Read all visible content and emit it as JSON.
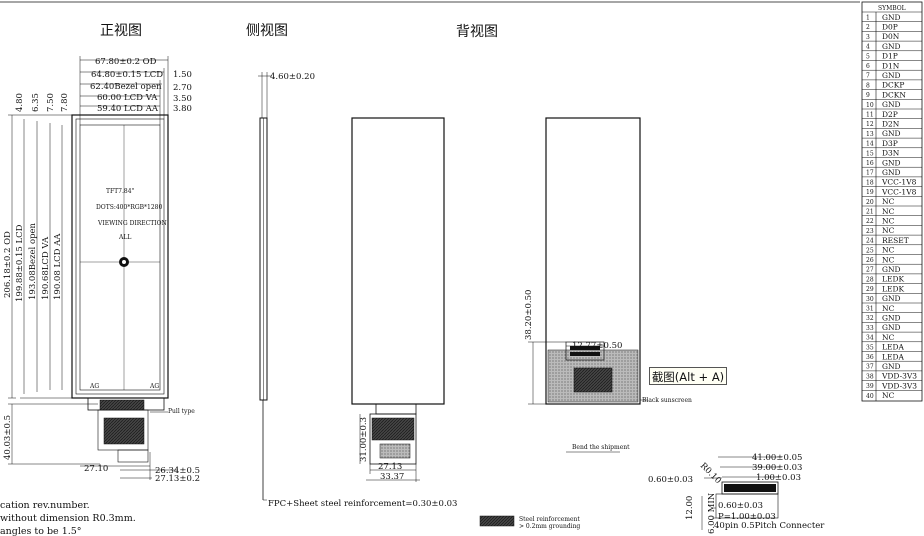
{
  "view_titles": {
    "front": "正视图",
    "side": "侧视图",
    "back": "背视图"
  },
  "front": {
    "dims_top": [
      "67.80±0.2 OD",
      "64.80±0.15 LCD",
      "62.40Bezel open",
      "60.00 LCD VA",
      "59.40 LCD AA"
    ],
    "dims_right": [
      "1.50",
      "2.70",
      "3.50",
      "3.80"
    ],
    "dims_left_small": [
      "4.80",
      "6.35",
      "7.50",
      "7.80"
    ],
    "dims_left": [
      "206.18±0.2 OD",
      "199.88±0.15 LCD",
      "193.08Bezel open",
      "190.68LCD VA",
      "190.08 LCD AA"
    ],
    "dim_fpc_length": "40.03±0.5",
    "dim_bottom": [
      "27.10",
      "26.34±0.5",
      "27.13±0.2"
    ],
    "panel_text": [
      "TFT7.84\"",
      "DOTS:400*RGB*1280",
      "VIEWING DIRECTION",
      "ALL"
    ],
    "ag_labels": [
      "AG",
      "AG"
    ],
    "pull_label": "Pull type"
  },
  "side": {
    "dim_thickness": "4.60±0.20",
    "note": "FPC+Sheet steel reinforcement=0.30±0.03"
  },
  "back": {
    "dims": [
      "31.00±0.3",
      "27.13",
      "33.37",
      "38.20±0.50",
      "12.77±0.50"
    ],
    "black_label": "Black sunscreen",
    "bend_label": "Bend the shipment",
    "legend": [
      "Steel reinforcement",
      "> 0.2mm grounding"
    ]
  },
  "connector": {
    "dims": [
      "41.00±0.05",
      "39.00±0.03",
      "1.00±0.03",
      "0.60±0.03",
      "0.60±0.03",
      "P=1.00±0.03",
      "12.00",
      "6.00 MIN"
    ],
    "caption": "40pin 0.5Pitch Connecter",
    "r_label": "R0.10"
  },
  "notes": [
    "cation rev.number.",
    " without dimension R0.3mm.",
    " angles to be 1.5°"
  ],
  "pin_table": {
    "header": "SYMBOL",
    "pins": [
      {
        "n": "1",
        "s": "GND"
      },
      {
        "n": "2",
        "s": "D0P"
      },
      {
        "n": "3",
        "s": "D0N"
      },
      {
        "n": "4",
        "s": "GND"
      },
      {
        "n": "5",
        "s": "D1P"
      },
      {
        "n": "6",
        "s": "D1N"
      },
      {
        "n": "7",
        "s": "GND"
      },
      {
        "n": "8",
        "s": "DCKP"
      },
      {
        "n": "9",
        "s": "DCKN"
      },
      {
        "n": "10",
        "s": "GND"
      },
      {
        "n": "11",
        "s": "D2P"
      },
      {
        "n": "12",
        "s": "D2N"
      },
      {
        "n": "13",
        "s": "GND"
      },
      {
        "n": "14",
        "s": "D3P"
      },
      {
        "n": "15",
        "s": "D3N"
      },
      {
        "n": "16",
        "s": "GND"
      },
      {
        "n": "17",
        "s": "GND"
      },
      {
        "n": "18",
        "s": "VCC-1V8"
      },
      {
        "n": "19",
        "s": "VCC-1V8"
      },
      {
        "n": "20",
        "s": "NC"
      },
      {
        "n": "21",
        "s": "NC"
      },
      {
        "n": "22",
        "s": "NC"
      },
      {
        "n": "23",
        "s": "NC"
      },
      {
        "n": "24",
        "s": "RESET"
      },
      {
        "n": "25",
        "s": "NC"
      },
      {
        "n": "26",
        "s": "NC"
      },
      {
        "n": "27",
        "s": "GND"
      },
      {
        "n": "28",
        "s": "LEDK"
      },
      {
        "n": "29",
        "s": "LEDK"
      },
      {
        "n": "30",
        "s": "GND"
      },
      {
        "n": "31",
        "s": "NC"
      },
      {
        "n": "32",
        "s": "GND"
      },
      {
        "n": "33",
        "s": "GND"
      },
      {
        "n": "34",
        "s": "NC"
      },
      {
        "n": "35",
        "s": "LEDA"
      },
      {
        "n": "36",
        "s": "LEDA"
      },
      {
        "n": "37",
        "s": "GND"
      },
      {
        "n": "38",
        "s": "VDD-3V3"
      },
      {
        "n": "39",
        "s": "VDD-3V3"
      },
      {
        "n": "40",
        "s": "NC"
      }
    ]
  },
  "tooltip": "截图(Alt + A)"
}
